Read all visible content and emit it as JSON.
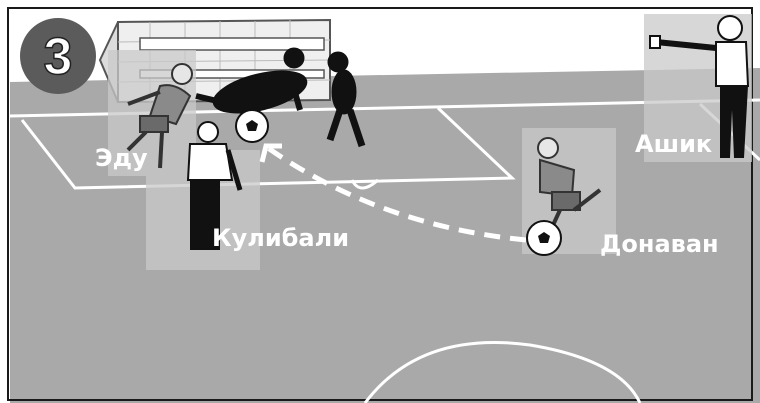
{
  "step_number": "3",
  "players": {
    "edu": "Эду",
    "kulibali": "Кулибали",
    "donavan": "Донаван",
    "ashik": "Ашик"
  },
  "colors": {
    "floor": "#a9a9a9",
    "lines": "#ffffff",
    "badge": "#5b5b5b",
    "highlight": "#c9c9c9"
  },
  "icons": {
    "ball": "soccer-ball",
    "goal": "goal-net",
    "pass": "dashed-pass-arrow"
  }
}
